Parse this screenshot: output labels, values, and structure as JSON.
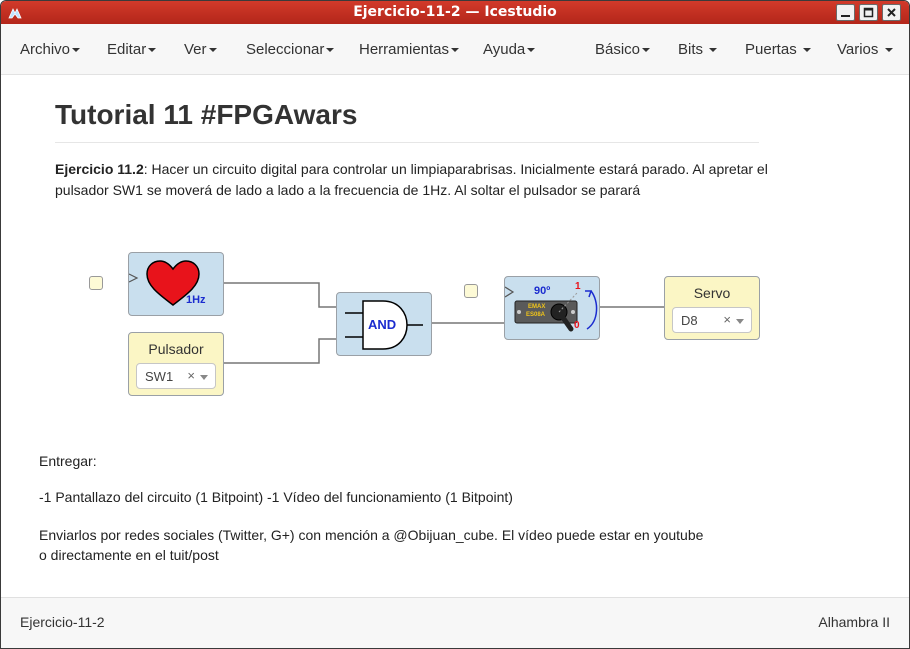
{
  "window": {
    "title": "Ejercicio-11-2 — Icestudio",
    "icon": "icestudio-logo-icon",
    "controls": [
      "minimize-icon",
      "maximize-icon",
      "close-icon"
    ]
  },
  "menu": {
    "left": [
      "Archivo",
      "Editar",
      "Ver",
      "Seleccionar",
      "Herramientas",
      "Ayuda"
    ],
    "right": [
      "Básico",
      "Bits",
      "Puertas",
      "Varios"
    ]
  },
  "doc": {
    "title": "Tutorial 11 #FPGAwars",
    "exercise_label": "Ejercicio 11.2",
    "exercise_text": ": Hacer un circuito digital para controlar un limpiaparabrisas. Inicialmente estará parado. Al apretar el pulsador SW1 se moverá de lado a lado a la frecuencia de 1Hz. Al soltar el pulsador se parará"
  },
  "circuit": {
    "clock": {
      "freq_label": "1Hz",
      "icon": "heart-icon"
    },
    "input": {
      "label": "Pulsador",
      "selected": "SW1",
      "clear": "×"
    },
    "gate": {
      "label": "AND"
    },
    "servo_block": {
      "angle": "90º",
      "pos_high": "1",
      "pos_low": "0",
      "brand": "EMAX",
      "model": "ES08A",
      "icon": "servo-icon"
    },
    "output": {
      "label": "Servo",
      "selected": "D8",
      "clear": "×"
    }
  },
  "deliverables": {
    "heading": "Entregar:",
    "items": "-1 Pantallazo del circuito (1 Bitpoint) -1 Vídeo del funcionamiento (1 Bitpoint)",
    "share_line1": "Enviarlos por redes sociales (Twitter, G+) con mención a @Obijuan_cube. El vídeo puede estar en youtube",
    "share_line2": "o directamente en el tuit/post"
  },
  "status": {
    "file": "Ejercicio-11-2",
    "board": "Alhambra II"
  },
  "colors": {
    "titlebar": "#c2301f",
    "hw_block": "#c9dfee",
    "io_block": "#fbf6c5",
    "heart": "#e8131b",
    "freq_text": "#1b2ccf",
    "gate_text": "#1b2ccf"
  }
}
